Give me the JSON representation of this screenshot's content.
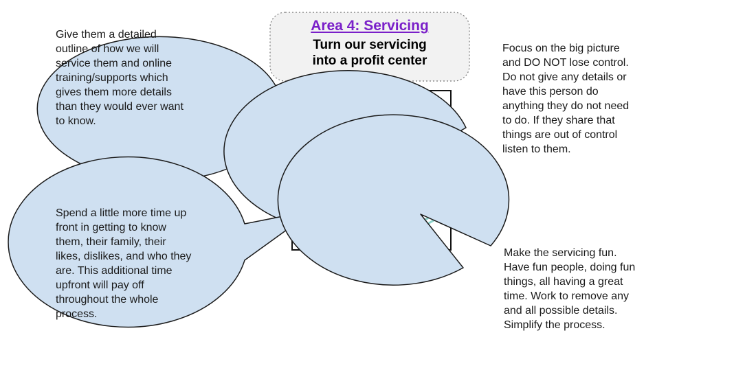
{
  "title": {
    "heading": "Area 4: Servicing",
    "subtitle_line1": "Turn our servicing",
    "subtitle_line2": "into a profit center"
  },
  "bubbles": {
    "top_left": {
      "lines": [
        "Give them a detailed",
        "outline of how we will",
        "service them and online",
        "training/supports which",
        "gives them more details",
        "than they would ever want",
        "to know."
      ]
    },
    "top_right": {
      "lines": [
        "Focus on the big picture",
        "and DO NOT lose control.",
        "Do not give any details or",
        "have this person do",
        "anything they do not need",
        "to do.  If they share that",
        "things are out of control",
        "listen to them."
      ]
    },
    "bottom_left": {
      "lines": [
        "Spend a little more time up",
        "front in getting to know",
        "them, their family, their",
        "likes, dislikes, and who they",
        "are.  This additional time",
        "upfront will pay off",
        "throughout the whole",
        "process."
      ]
    },
    "bottom_right": {
      "lines": [
        "Make the servicing fun.",
        "Have fun people, doing fun",
        "things, all having a great",
        "time.  Work to remove any",
        "and all possible details.",
        "Simplify the process."
      ]
    }
  },
  "shapes": [
    "cube-icon",
    "pyramid-icon",
    "sphere-icon",
    "wave-icon"
  ],
  "colors": {
    "bubble_fill": "#cfe0f1",
    "bubble_stroke": "#1a1a1a",
    "title_heading": "#7a1fc9",
    "shape_teal": "#8fd3cb"
  }
}
